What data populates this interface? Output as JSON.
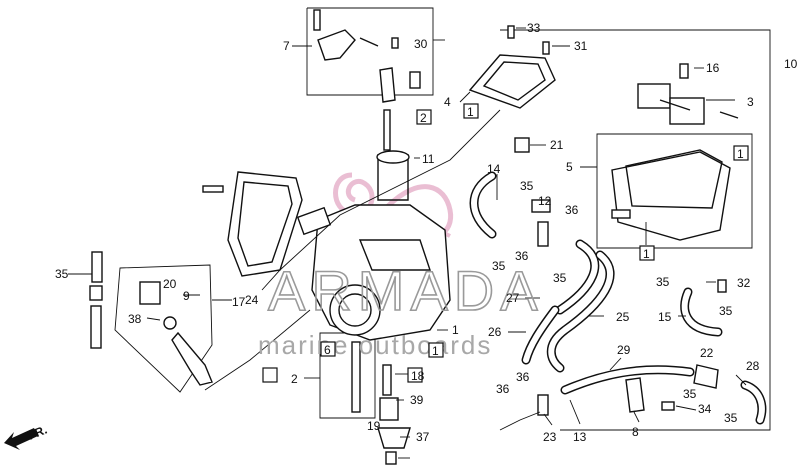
{
  "labels": [
    {
      "id": "l1",
      "text": "33"
    },
    {
      "id": "l2",
      "text": "31"
    },
    {
      "id": "l3",
      "text": "30"
    },
    {
      "id": "l4",
      "text": "7"
    },
    {
      "id": "l5",
      "text": "10"
    },
    {
      "id": "l6",
      "text": "16"
    },
    {
      "id": "l7",
      "text": "3"
    },
    {
      "id": "l8",
      "text": "4"
    },
    {
      "id": "l9",
      "text": "1"
    },
    {
      "id": "l10",
      "text": "2"
    },
    {
      "id": "l11",
      "text": "11"
    },
    {
      "id": "l12",
      "text": "21"
    },
    {
      "id": "l13",
      "text": "5"
    },
    {
      "id": "l14",
      "text": "1"
    },
    {
      "id": "l15",
      "text": "14"
    },
    {
      "id": "l16",
      "text": "35"
    },
    {
      "id": "l17",
      "text": "12"
    },
    {
      "id": "l18",
      "text": "36"
    },
    {
      "id": "l19",
      "text": "1"
    },
    {
      "id": "l20",
      "text": "32"
    },
    {
      "id": "l21",
      "text": "35"
    },
    {
      "id": "l22",
      "text": "35"
    },
    {
      "id": "l23",
      "text": "36"
    },
    {
      "id": "l24",
      "text": "35"
    },
    {
      "id": "l25",
      "text": "27"
    },
    {
      "id": "l26",
      "text": "25"
    },
    {
      "id": "l27",
      "text": "35"
    },
    {
      "id": "l28",
      "text": "15"
    },
    {
      "id": "l29",
      "text": "26"
    },
    {
      "id": "l30",
      "text": "22"
    },
    {
      "id": "l31",
      "text": "29"
    },
    {
      "id": "l32",
      "text": "28"
    },
    {
      "id": "l33",
      "text": "36"
    },
    {
      "id": "l34",
      "text": "35"
    },
    {
      "id": "l35",
      "text": "34"
    },
    {
      "id": "l36",
      "text": "35"
    },
    {
      "id": "l37",
      "text": "23"
    },
    {
      "id": "l38",
      "text": "36"
    },
    {
      "id": "l39",
      "text": "13"
    },
    {
      "id": "l40",
      "text": "8"
    },
    {
      "id": "l41",
      "text": "35"
    },
    {
      "id": "l42",
      "text": "20"
    },
    {
      "id": "l43",
      "text": "9"
    },
    {
      "id": "l44",
      "text": "17"
    },
    {
      "id": "l45",
      "text": "24"
    },
    {
      "id": "l46",
      "text": "38"
    },
    {
      "id": "l47",
      "text": "1"
    },
    {
      "id": "l48",
      "text": "1"
    },
    {
      "id": "l49",
      "text": "6"
    },
    {
      "id": "l50",
      "text": "2"
    },
    {
      "id": "l51",
      "text": "18"
    },
    {
      "id": "l52",
      "text": "39"
    },
    {
      "id": "l53",
      "text": "19"
    },
    {
      "id": "l54",
      "text": "37"
    }
  ],
  "watermark": {
    "brand": "ARMADA",
    "tagline": "marine outboards"
  },
  "direction_mark": "FR."
}
